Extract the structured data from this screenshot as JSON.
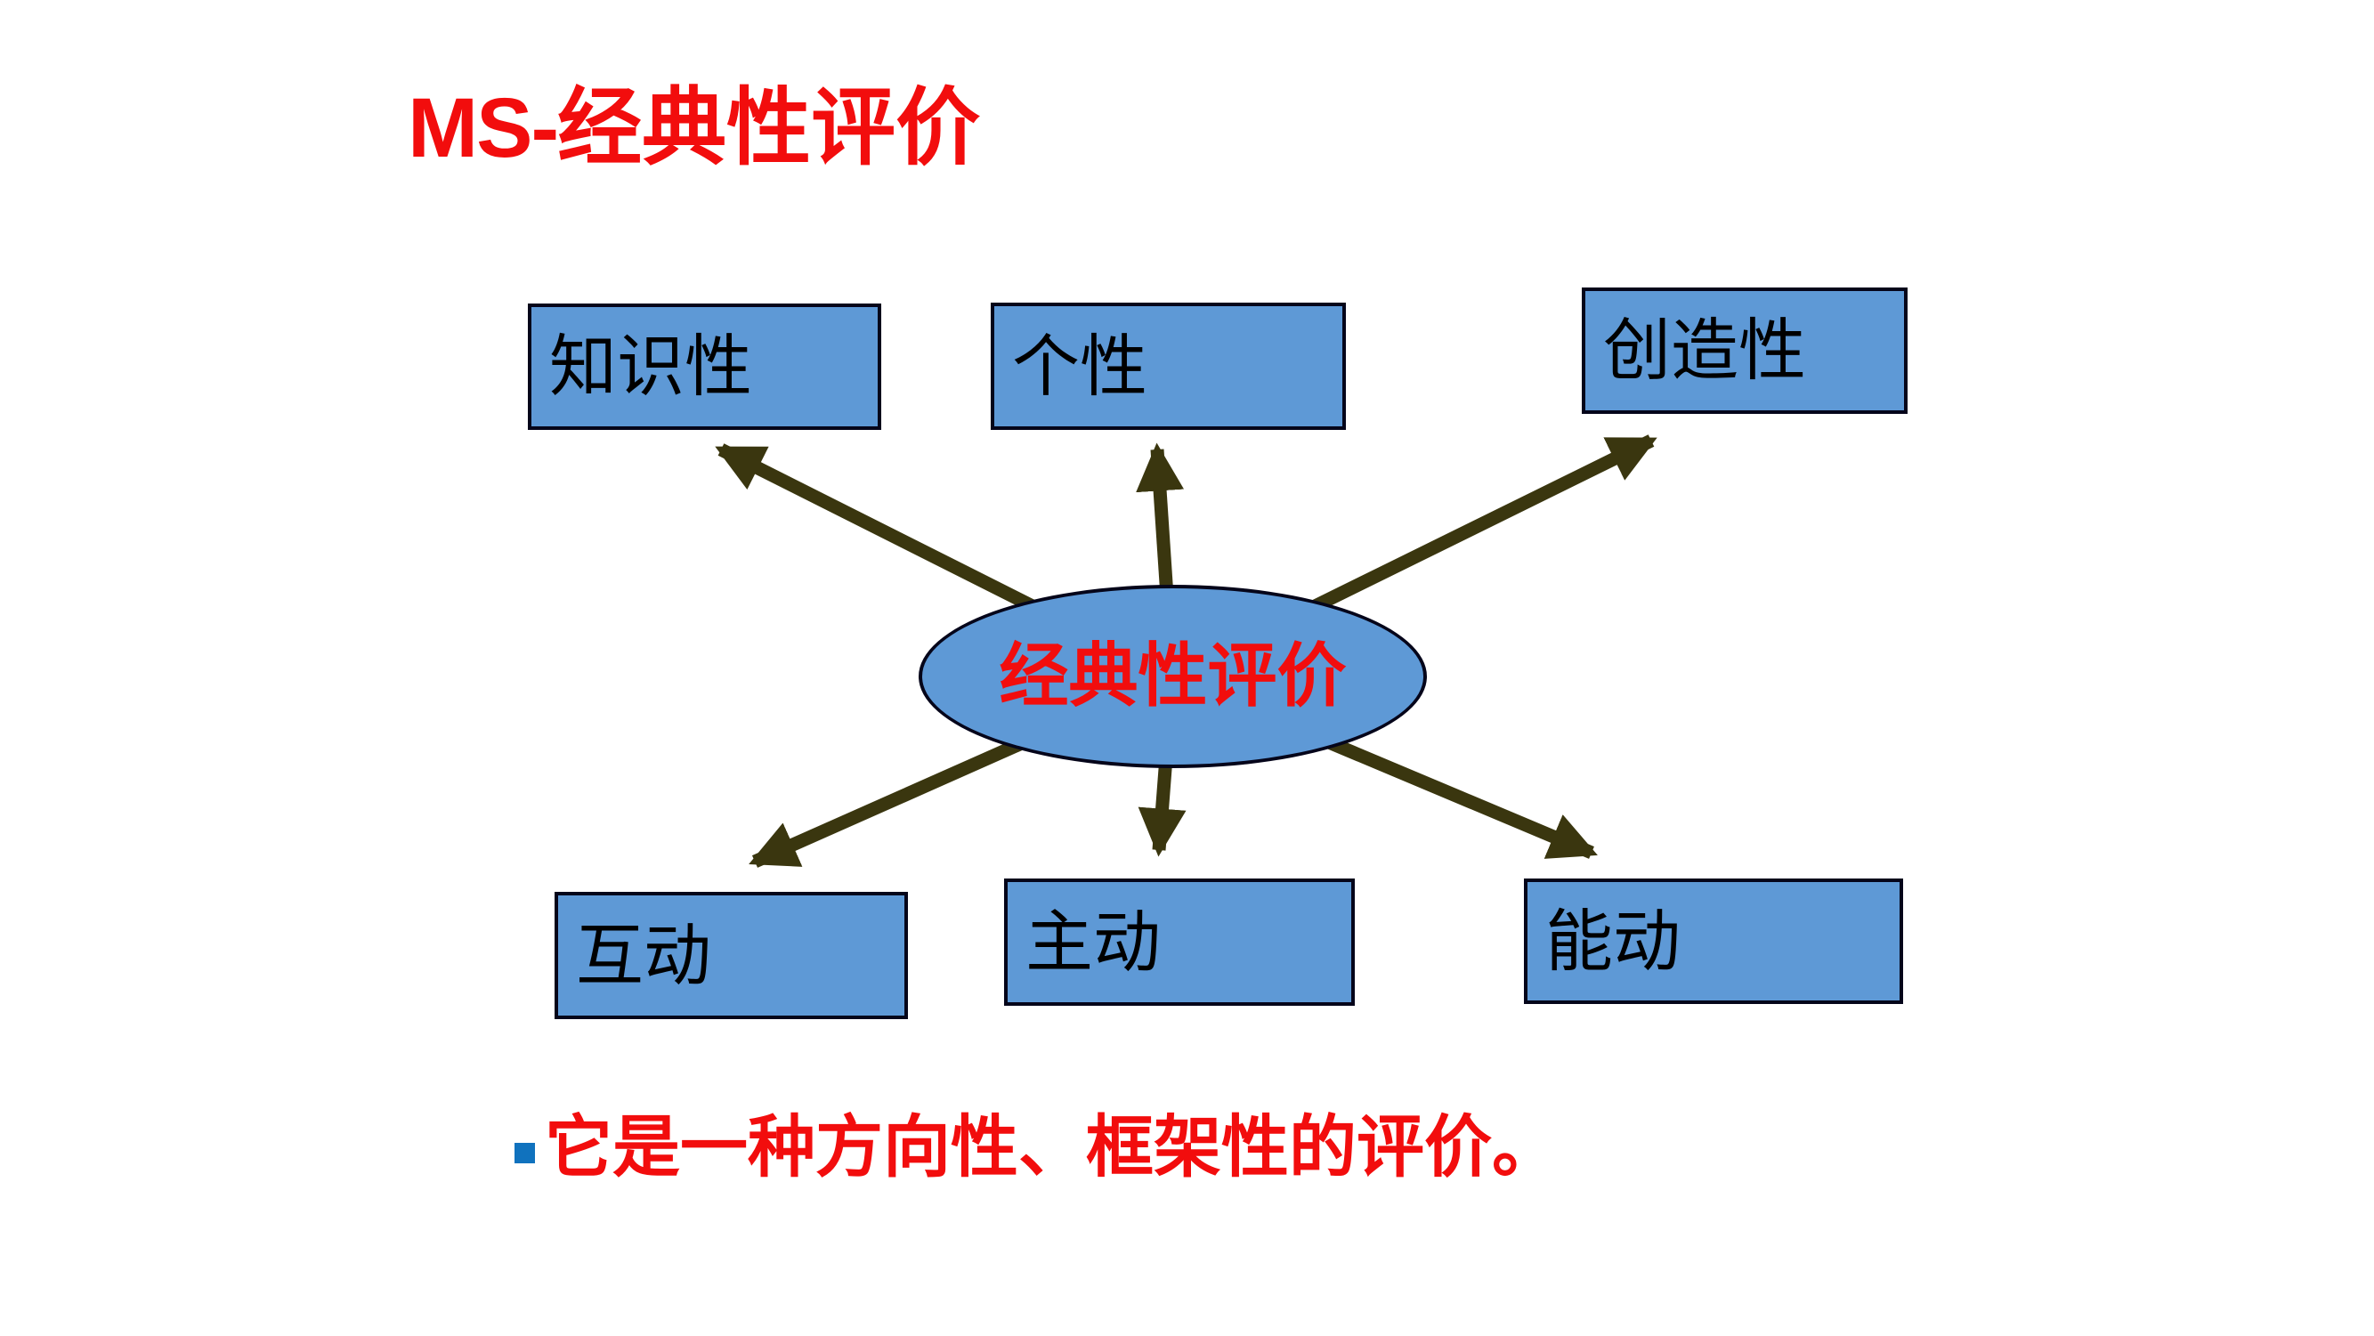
{
  "slide": {
    "title": {
      "prefix": "MS-",
      "suffix": "经典性评价"
    },
    "diagram": {
      "center_label": "经典性评价",
      "nodes": [
        {
          "label": "知识性",
          "position": "top-left"
        },
        {
          "label": "个性",
          "position": "top-center"
        },
        {
          "label": "创造性",
          "position": "top-right"
        },
        {
          "label": "互动",
          "position": "bottom-left"
        },
        {
          "label": "主动",
          "position": "bottom-center"
        },
        {
          "label": "能动",
          "position": "bottom-right"
        }
      ],
      "edges": [
        {
          "from": "经典性评价",
          "to": "知识性"
        },
        {
          "from": "经典性评价",
          "to": "个性"
        },
        {
          "from": "经典性评价",
          "to": "创造性"
        },
        {
          "from": "经典性评价",
          "to": "互动"
        },
        {
          "from": "经典性评价",
          "to": "主动"
        },
        {
          "from": "经典性评价",
          "to": "能动"
        }
      ]
    },
    "footnote": {
      "text": "它是一种方向性、框架性的评价。"
    },
    "colors": {
      "accent_red": "#f20d0d",
      "node_fill": "#5e99d6",
      "node_border": "#05051a",
      "arrow_olive": "#3a360f",
      "bullet_blue": "#1072be",
      "background": "#ffffff"
    }
  }
}
